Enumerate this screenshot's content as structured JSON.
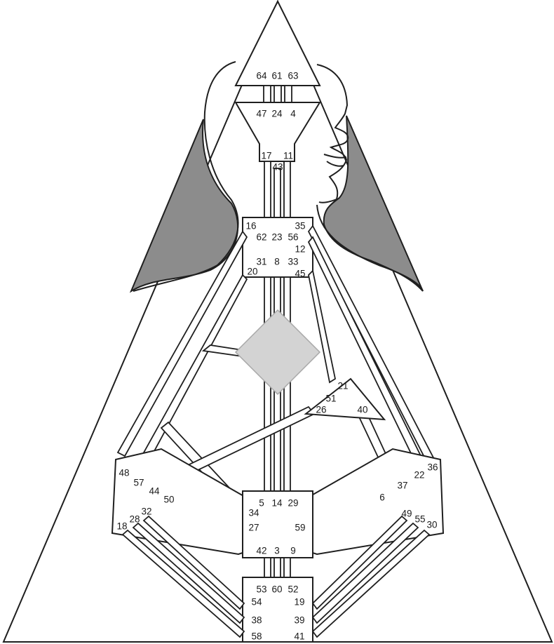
{
  "colors": {
    "background": "#ffffff",
    "outline": "#1f1f1f",
    "silhouette_shade": "#8c8c8c",
    "g_center_fill": "#d3d3d3",
    "label": "#1a1a1a"
  },
  "gates": {
    "head": [
      "64",
      "61",
      "63"
    ],
    "ajna_top": [
      "47",
      "24",
      "4"
    ],
    "ajna_bottom": [
      "17",
      "43",
      "11"
    ],
    "throat": [
      "16",
      "62",
      "23",
      "56",
      "35",
      "12",
      "20",
      "31",
      "8",
      "33",
      "45"
    ],
    "g_center_region": [
      "21",
      "51",
      "26",
      "40"
    ],
    "sides_left": [
      "48",
      "57",
      "44",
      "50",
      "32",
      "28",
      "18"
    ],
    "sides_right": [
      "36",
      "22",
      "37",
      "6",
      "49",
      "55",
      "30"
    ],
    "sacral": [
      "5",
      "14",
      "29",
      "34",
      "27",
      "59"
    ],
    "root": [
      "42",
      "3",
      "9",
      "53",
      "60",
      "52",
      "54",
      "19",
      "38",
      "39",
      "58",
      "41"
    ]
  }
}
